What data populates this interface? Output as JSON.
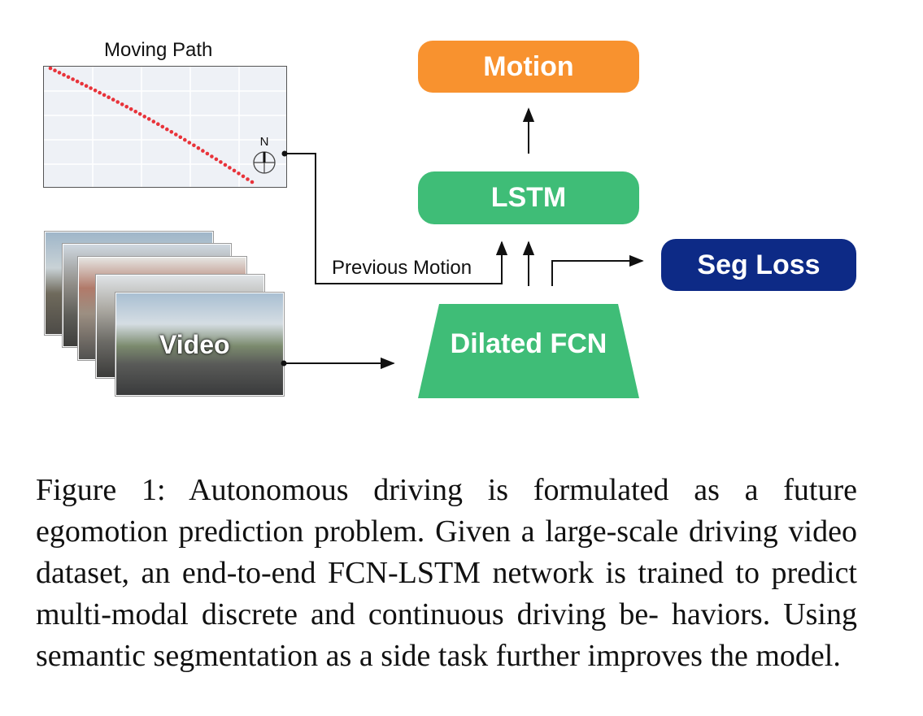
{
  "diagram": {
    "moving_path_title": "Moving Path",
    "compass_label": "N",
    "motion_label": "Motion",
    "lstm_label": "LSTM",
    "seg_loss_label": "Seg Loss",
    "dilated_fcn_label": "Dilated FCN",
    "previous_motion_label": "Previous Motion",
    "video_label": "Video",
    "colors": {
      "motion": "#f8922f",
      "lstm": "#3fbd77",
      "fcn": "#3fbd77",
      "seg_loss": "#0d2a86",
      "path_dots": "#e8333a"
    }
  },
  "caption": {
    "text": "Figure 1:  Autonomous driving is formulated as a future egomotion prediction problem. Given a large-scale driving video dataset, an end-to-end FCN-LSTM network is trained to predict multi-modal discrete and continuous driving be- haviors. Using semantic segmentation as a side task further improves the model."
  }
}
